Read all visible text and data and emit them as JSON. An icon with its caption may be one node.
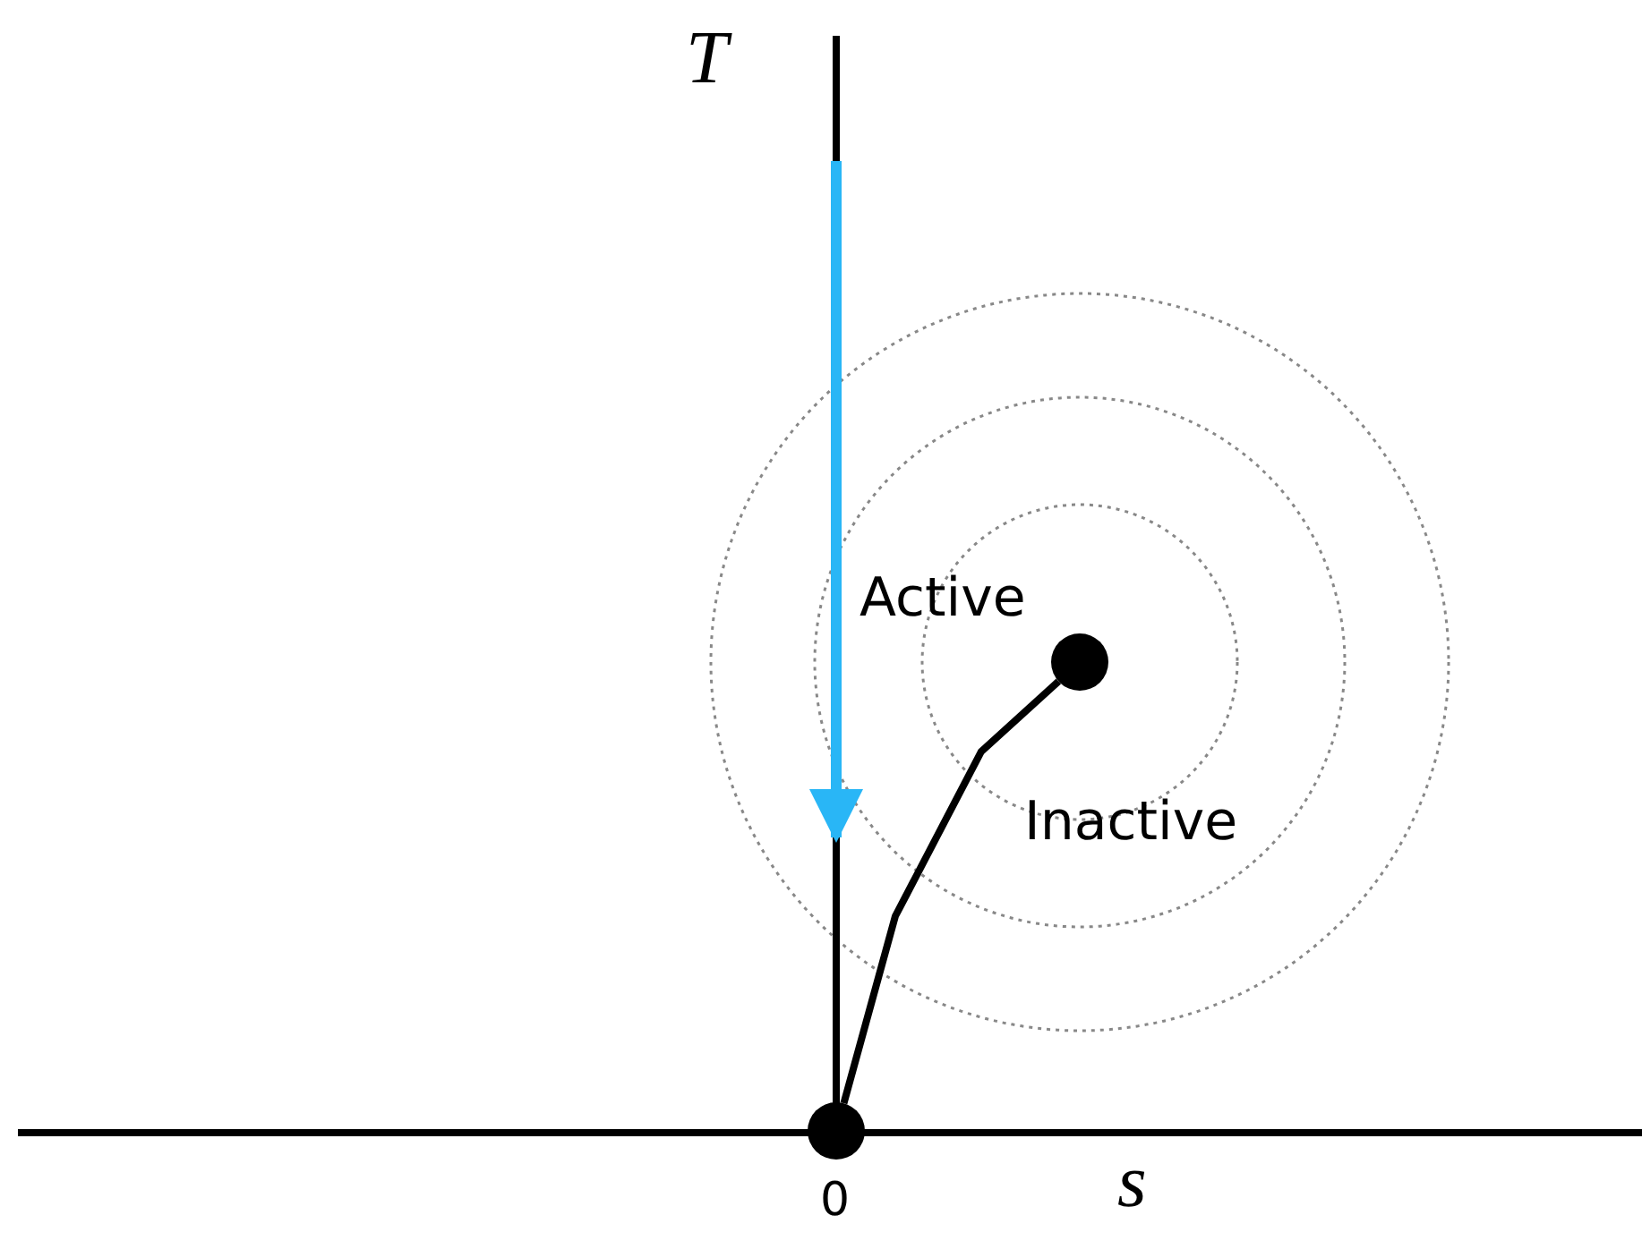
{
  "diagram": {
    "nodes": [
      {
        "text": [],
        "shape": "circle"
      },
      {
        "text": [],
        "shape": "circle"
      }
    ],
    "edges": [
      {
        "from": 0,
        "to": 1,
        "arrow": "none"
      }
    ],
    "labels": [
      "T",
      "Active",
      "Inactive",
      "0",
      "s"
    ]
  }
}
